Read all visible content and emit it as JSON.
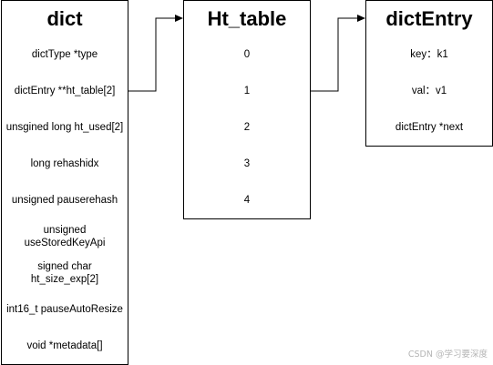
{
  "dict": {
    "title": "dict",
    "fields": [
      "dictType *type",
      "dictEntry **ht_table[2]",
      "unsgined long ht_used[2]",
      "long rehashidx",
      "unsigned pauserehash",
      "unsigned\nuseStoredKeyApi",
      "signed char\nht_size_exp[2]",
      "int16_t pauseAutoResize",
      "void *metadata[]"
    ]
  },
  "ht_table": {
    "title": "Ht_table",
    "slots": [
      "0",
      "1",
      "2",
      "3",
      "4"
    ]
  },
  "dict_entry": {
    "title": "dictEntry",
    "fields": [
      "key：k1",
      "val：v1",
      "dictEntry *next"
    ]
  },
  "watermark": "CSDN @学习要深度"
}
